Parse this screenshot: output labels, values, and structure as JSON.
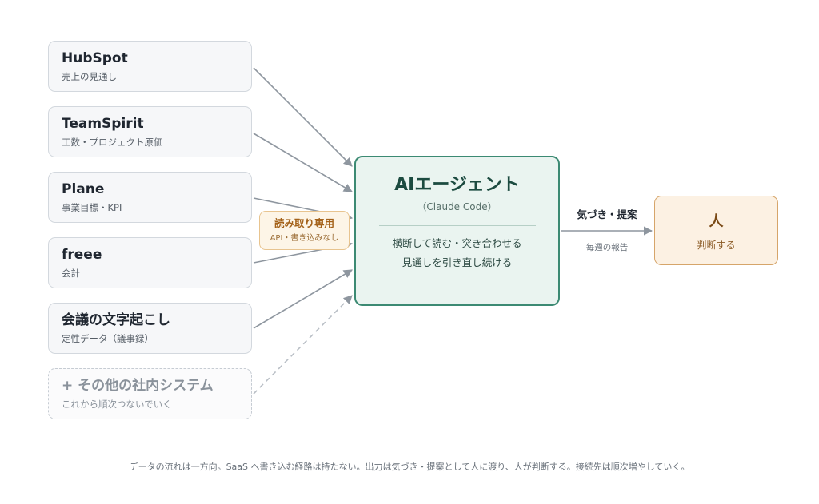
{
  "sources": [
    {
      "title": "HubSpot",
      "sub": "売上の見通し"
    },
    {
      "title": "TeamSpirit",
      "sub": "工数・プロジェクト原価"
    },
    {
      "title": "Plane",
      "sub": "事業目標・KPI"
    },
    {
      "title": "freee",
      "sub": "会計"
    },
    {
      "title": "会議の文字起こし",
      "sub": "定性データ（議事録）"
    }
  ],
  "other_source": {
    "title": "+ その他の社内システム",
    "sub": "これから順次つないでいく"
  },
  "read_only": {
    "title": "読み取り専用",
    "sub": "API・書き込みなし"
  },
  "agent": {
    "title": "AIエージェント",
    "sub": "（Claude Code）",
    "line1": "横断して読む・突き合わせる",
    "line2": "見通しを引き直し続ける"
  },
  "output_arrow": {
    "label": "気づき・提案",
    "sub": "毎週の報告"
  },
  "human": {
    "title": "人",
    "sub": "判断する"
  },
  "footer": "データの流れは一方向。SaaS へ書き込む経路は持たない。出力は気づき・提案として人に渡り、人が判断する。接続先は順次増やしていく。",
  "colors": {
    "arrow": "#8e969f",
    "agent_border": "#3c8a73",
    "human_border": "#d6a56a",
    "read_only_border": "#e8c48f"
  }
}
